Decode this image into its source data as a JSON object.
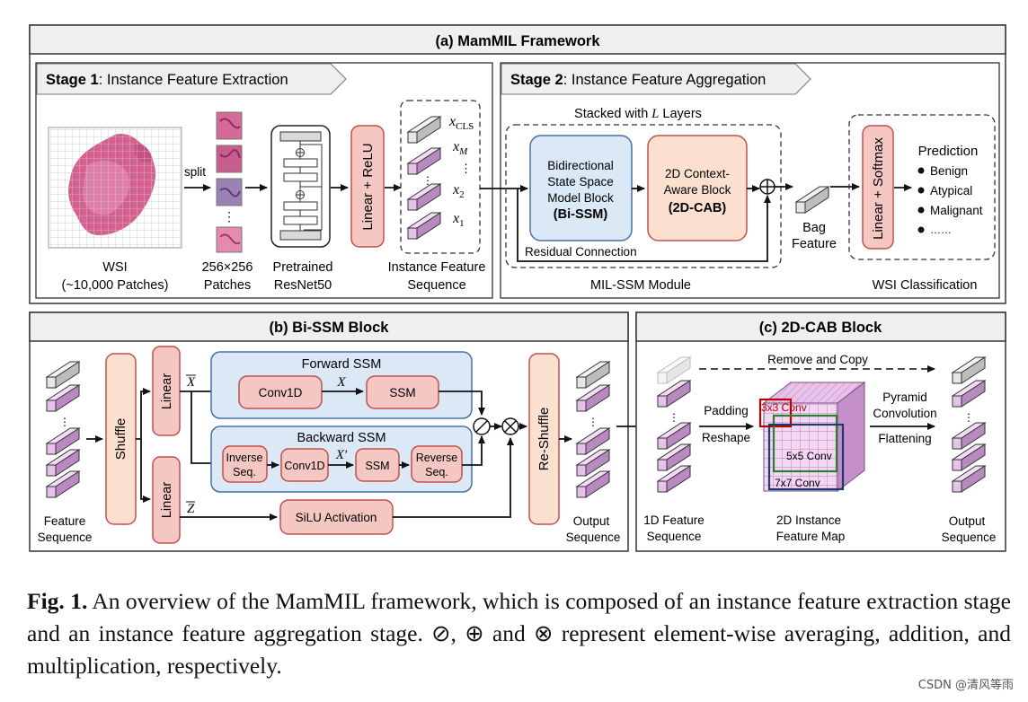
{
  "panel_a": {
    "title": "(a) MamMIL Framework",
    "stage1": {
      "bold": "Stage 1",
      "text": ": Instance Feature Extraction"
    },
    "stage2": {
      "bold": "Stage 2",
      "text": ": Instance Feature Aggregation"
    },
    "wsi_label": "WSI",
    "wsi_sub": "(~10,000 Patches)",
    "split": "split",
    "patches_label": "256×256",
    "patches_sub": "Patches",
    "resnet_label": "Pretrained",
    "resnet_sub": "ResNet50",
    "linear_relu": "Linear + ReLU",
    "inst_seq_label": "Instance Feature",
    "inst_seq_sub": "Sequence",
    "x_cls": "x",
    "x_cls_sub": "CLS",
    "x_m": "x",
    "x_m_sub": "M",
    "x_2": "x",
    "x_2_sub": "2",
    "x_1": "x",
    "x_1_sub": "1",
    "dots": "⋮",
    "stacked_prefix": "Stacked with ",
    "stacked_l": "L",
    "stacked_suffix": " Layers",
    "bissm_line1": "Bidirectional",
    "bissm_line2": "State Space",
    "bissm_line3": "Model Block",
    "bissm_bold": "(Bi-SSM)",
    "cab_line1": "2D Context-",
    "cab_line2": "Aware Block",
    "cab_bold": "(2D-CAB)",
    "residual": "Residual Connection",
    "mil_ssm": "MIL-SSM Module",
    "bag_label": "Bag",
    "bag_sub": "Feature",
    "linear_softmax": "Linear + Softmax",
    "prediction": "Prediction",
    "classes": [
      "Benign",
      "Atypical",
      "Malignant",
      "……"
    ],
    "wsi_class": "WSI Classification"
  },
  "panel_b": {
    "title": "(b) Bi-SSM Block",
    "feature_seq": "Feature",
    "feature_seq_sub": "Sequence",
    "shuffle": "Shuffle",
    "linear": "Linear",
    "x_bar": "X",
    "z_bar": "Z",
    "forward_ssm": "Forward SSM",
    "conv1d": "Conv1D",
    "x_mid": "X",
    "ssm": "SSM",
    "backward_ssm": "Backward SSM",
    "inverse_1": "Inverse",
    "inverse_2": "Seq.",
    "x_prime": "X′",
    "reverse_1": "Reverse",
    "reverse_2": "Seq.",
    "silu": "SiLU Activation",
    "reshuffle": "Re-Shuffle",
    "output_seq": "Output",
    "output_seq_sub": "Sequence",
    "avg_symbol": "⊘",
    "mul_symbol": "⊗"
  },
  "panel_c": {
    "title": "(c) 2D-CAB Block",
    "remove_copy": "Remove and Copy",
    "padding": "Padding",
    "reshape": "Reshape",
    "conv3": "3x3 Conv",
    "conv5": "5x5 Conv",
    "conv7": "7x7 Conv",
    "pyramid1": "Pyramid",
    "pyramid2": "Convolution",
    "flattening": "Flattening",
    "seq1d": "1D Feature",
    "seq1d_sub": "Sequence",
    "map2d": "2D Instance",
    "map2d_sub": "Feature Map",
    "output": "Output",
    "output_sub": "Sequence"
  },
  "caption": {
    "fig": "Fig. 1.",
    "text": "An overview of the MamMIL framework, which is composed of an instance feature extraction stage and an instance feature aggregation stage. ⊘, ⊕ and ⊗ represent element-wise averaging, addition, and multiplication, respectively."
  },
  "watermark": "CSDN @清风等雨",
  "colors": {
    "pink_box": "#f4c7c3",
    "pink_stroke": "#c0504d",
    "blue_box": "#dbe8f6",
    "blue_stroke": "#4a6fa5",
    "peach_box": "#fbe0d0",
    "peach_stroke": "#c0504d",
    "header_fill": "#efefef",
    "purple_front": "#e6c2ea",
    "purple_top": "#f4dcf6",
    "purple_side": "#b98ac0",
    "red": "#c00000",
    "green": "#2e7d32",
    "navy": "#1f3a6e"
  }
}
